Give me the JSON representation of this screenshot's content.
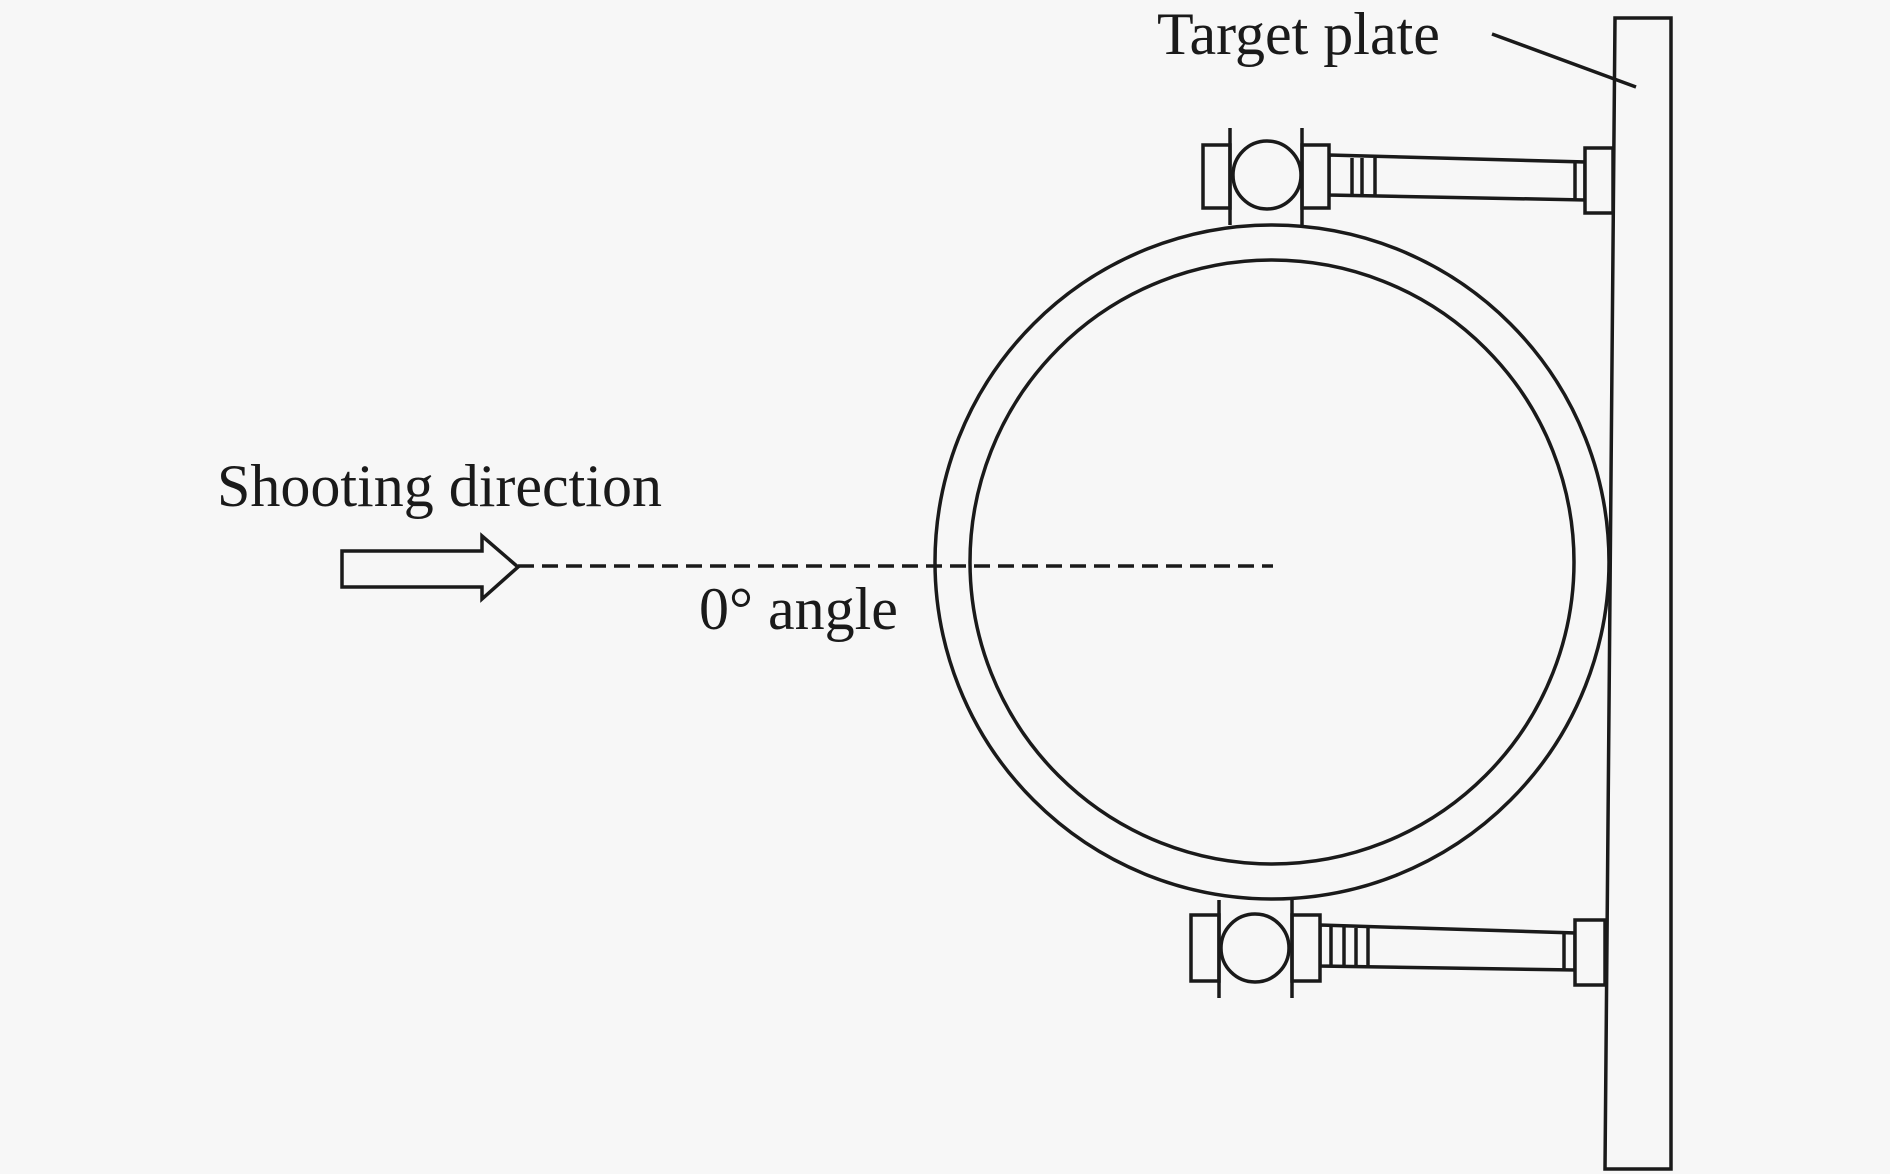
{
  "labels": {
    "target_plate": "Target plate",
    "shooting_direction": "Shooting direction",
    "angle": "0° angle"
  },
  "colors": {
    "stroke": "#1a1a1a",
    "background": "#f7f7f7"
  }
}
